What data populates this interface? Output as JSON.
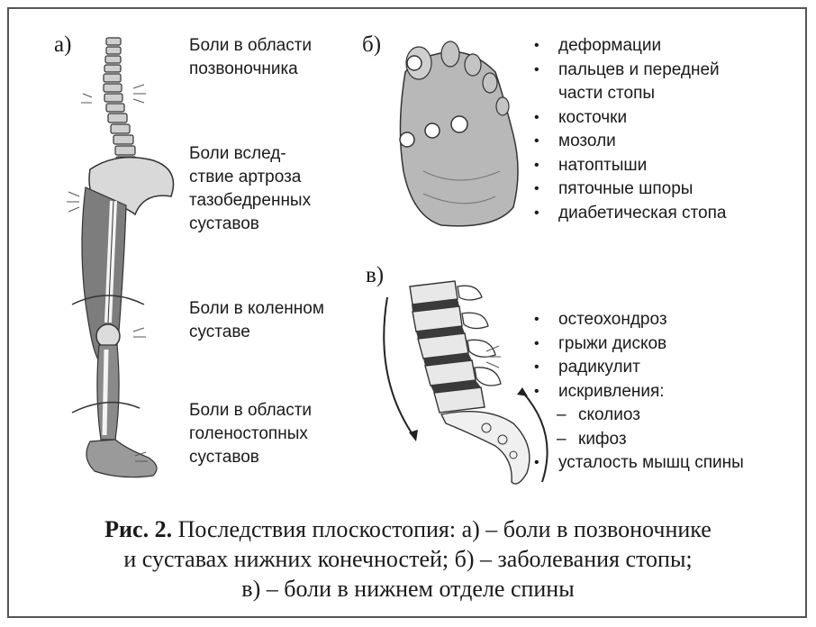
{
  "panel_a": {
    "letter": "а)",
    "labels": [
      "Боли в области\nпозвоночника",
      "Боли вслед-\nствие артроза\nтазобедренных\nсуставов",
      "Боли в коленном\nсуставе",
      "Боли в области\nголеностопных\nсуставов"
    ]
  },
  "panel_b": {
    "letter": "б)",
    "items": [
      "деформации",
      "пальцев и передней",
      "части стопы",
      "косточки",
      "мозоли",
      "натоптыши",
      "пяточные шпоры",
      "диабетическая стопа"
    ]
  },
  "panel_c": {
    "letter": "в)",
    "items": [
      "остеохондроз",
      "грыжи дисков",
      "радикулит",
      "искривления:",
      "сколиоз",
      "кифоз",
      "усталость мышц спины"
    ]
  },
  "caption": {
    "bold": "Рис. 2.",
    "line1": " Последствия плоскостопия: а) – боли в позвоночнике",
    "line2": "и суставах нижних конечностей; б) – заболевания стопы;",
    "line3": "в) – боли в нижнем отделе спины"
  }
}
